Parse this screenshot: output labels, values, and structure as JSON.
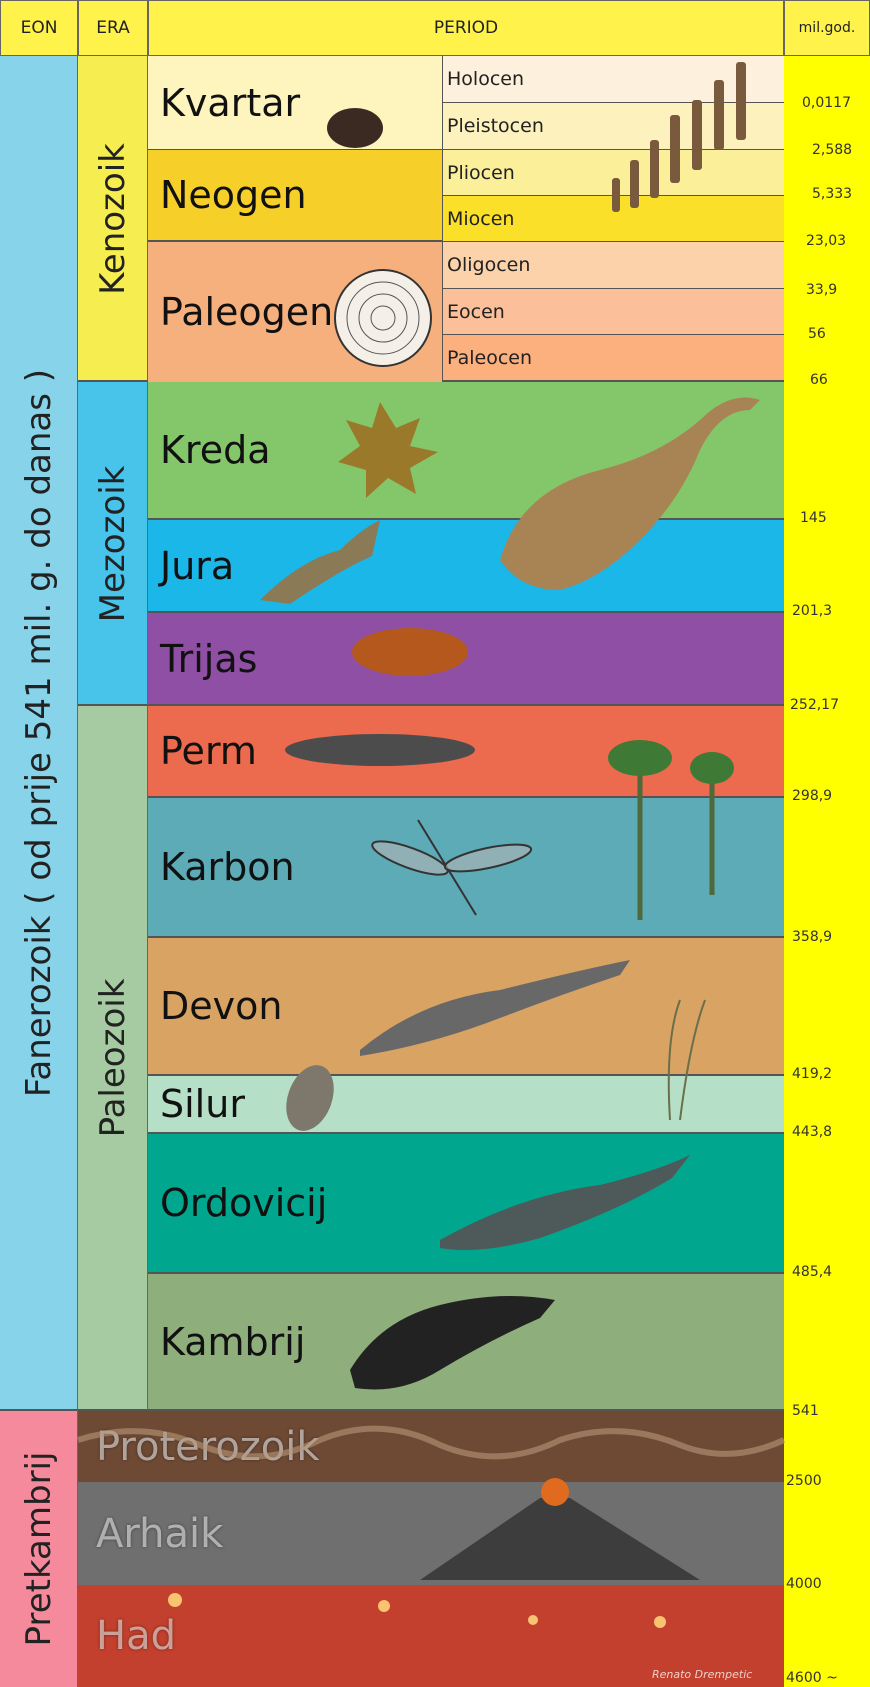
{
  "headers": {
    "eon": "EON",
    "era": "ERA",
    "period": "PERIOD",
    "age": "mil.god."
  },
  "eons": [
    {
      "label": "Fanerozoik ( od prije 541 mil. g. do danas )",
      "color": "#87d3ea"
    },
    {
      "label": "Pretkambrij",
      "color": "#f48a9c"
    }
  ],
  "eras": [
    {
      "label": "Kenozoik",
      "color": "#f6ee50"
    },
    {
      "label": "Mezozoik",
      "color": "#48c3ea"
    },
    {
      "label": "Paleozoik",
      "color": "#a6cba3"
    }
  ],
  "periods": [
    {
      "label": "Kvartar",
      "color": "#fdf4be"
    },
    {
      "label": "Neogen",
      "color": "#f7cf29"
    },
    {
      "label": "Paleogen",
      "color": "#f5b07d"
    },
    {
      "label": "Kreda",
      "color": "#84c66a"
    },
    {
      "label": "Jura",
      "color": "#1bb7e8"
    },
    {
      "label": "Trijas",
      "color": "#8e4fa4"
    },
    {
      "label": "Perm",
      "color": "#ec6a4d"
    },
    {
      "label": "Karbon",
      "color": "#5dabb6"
    },
    {
      "label": "Devon",
      "color": "#d9a364"
    },
    {
      "label": "Silur",
      "color": "#b6dfc7"
    },
    {
      "label": "Ordovicij",
      "color": "#00a68e"
    },
    {
      "label": "Kambrij",
      "color": "#8eae7c"
    }
  ],
  "epochs": [
    {
      "label": "Holocen",
      "color": "#fdf0dc"
    },
    {
      "label": "Pleistocen",
      "color": "#fdf2bd"
    },
    {
      "label": "Pliocen",
      "color": "#fbef9a"
    },
    {
      "label": "Miocen",
      "color": "#fbe02a"
    },
    {
      "label": "Oligocen",
      "color": "#fbd2aa"
    },
    {
      "label": "Eocen",
      "color": "#fbc099"
    },
    {
      "label": "Paleocen",
      "color": "#fbb07d"
    }
  ],
  "ages": [
    "0,0117",
    "2,588",
    "5,333",
    "23,03",
    "33,9",
    "56",
    "66",
    "145",
    "201,3",
    "252,17",
    "298,9",
    "358,9",
    "419,2",
    "443,8",
    "485,4",
    "541",
    "2500",
    "4000",
    "4600 ~"
  ],
  "precambrian": [
    {
      "label": "Proterozoik",
      "color": "#6e4a35"
    },
    {
      "label": "Arhaik",
      "color": "#6f6f6f"
    },
    {
      "label": "Had",
      "color": "#c2402d"
    }
  ],
  "age_column_color": "#ffff00",
  "credit": "Renato Drempetic"
}
